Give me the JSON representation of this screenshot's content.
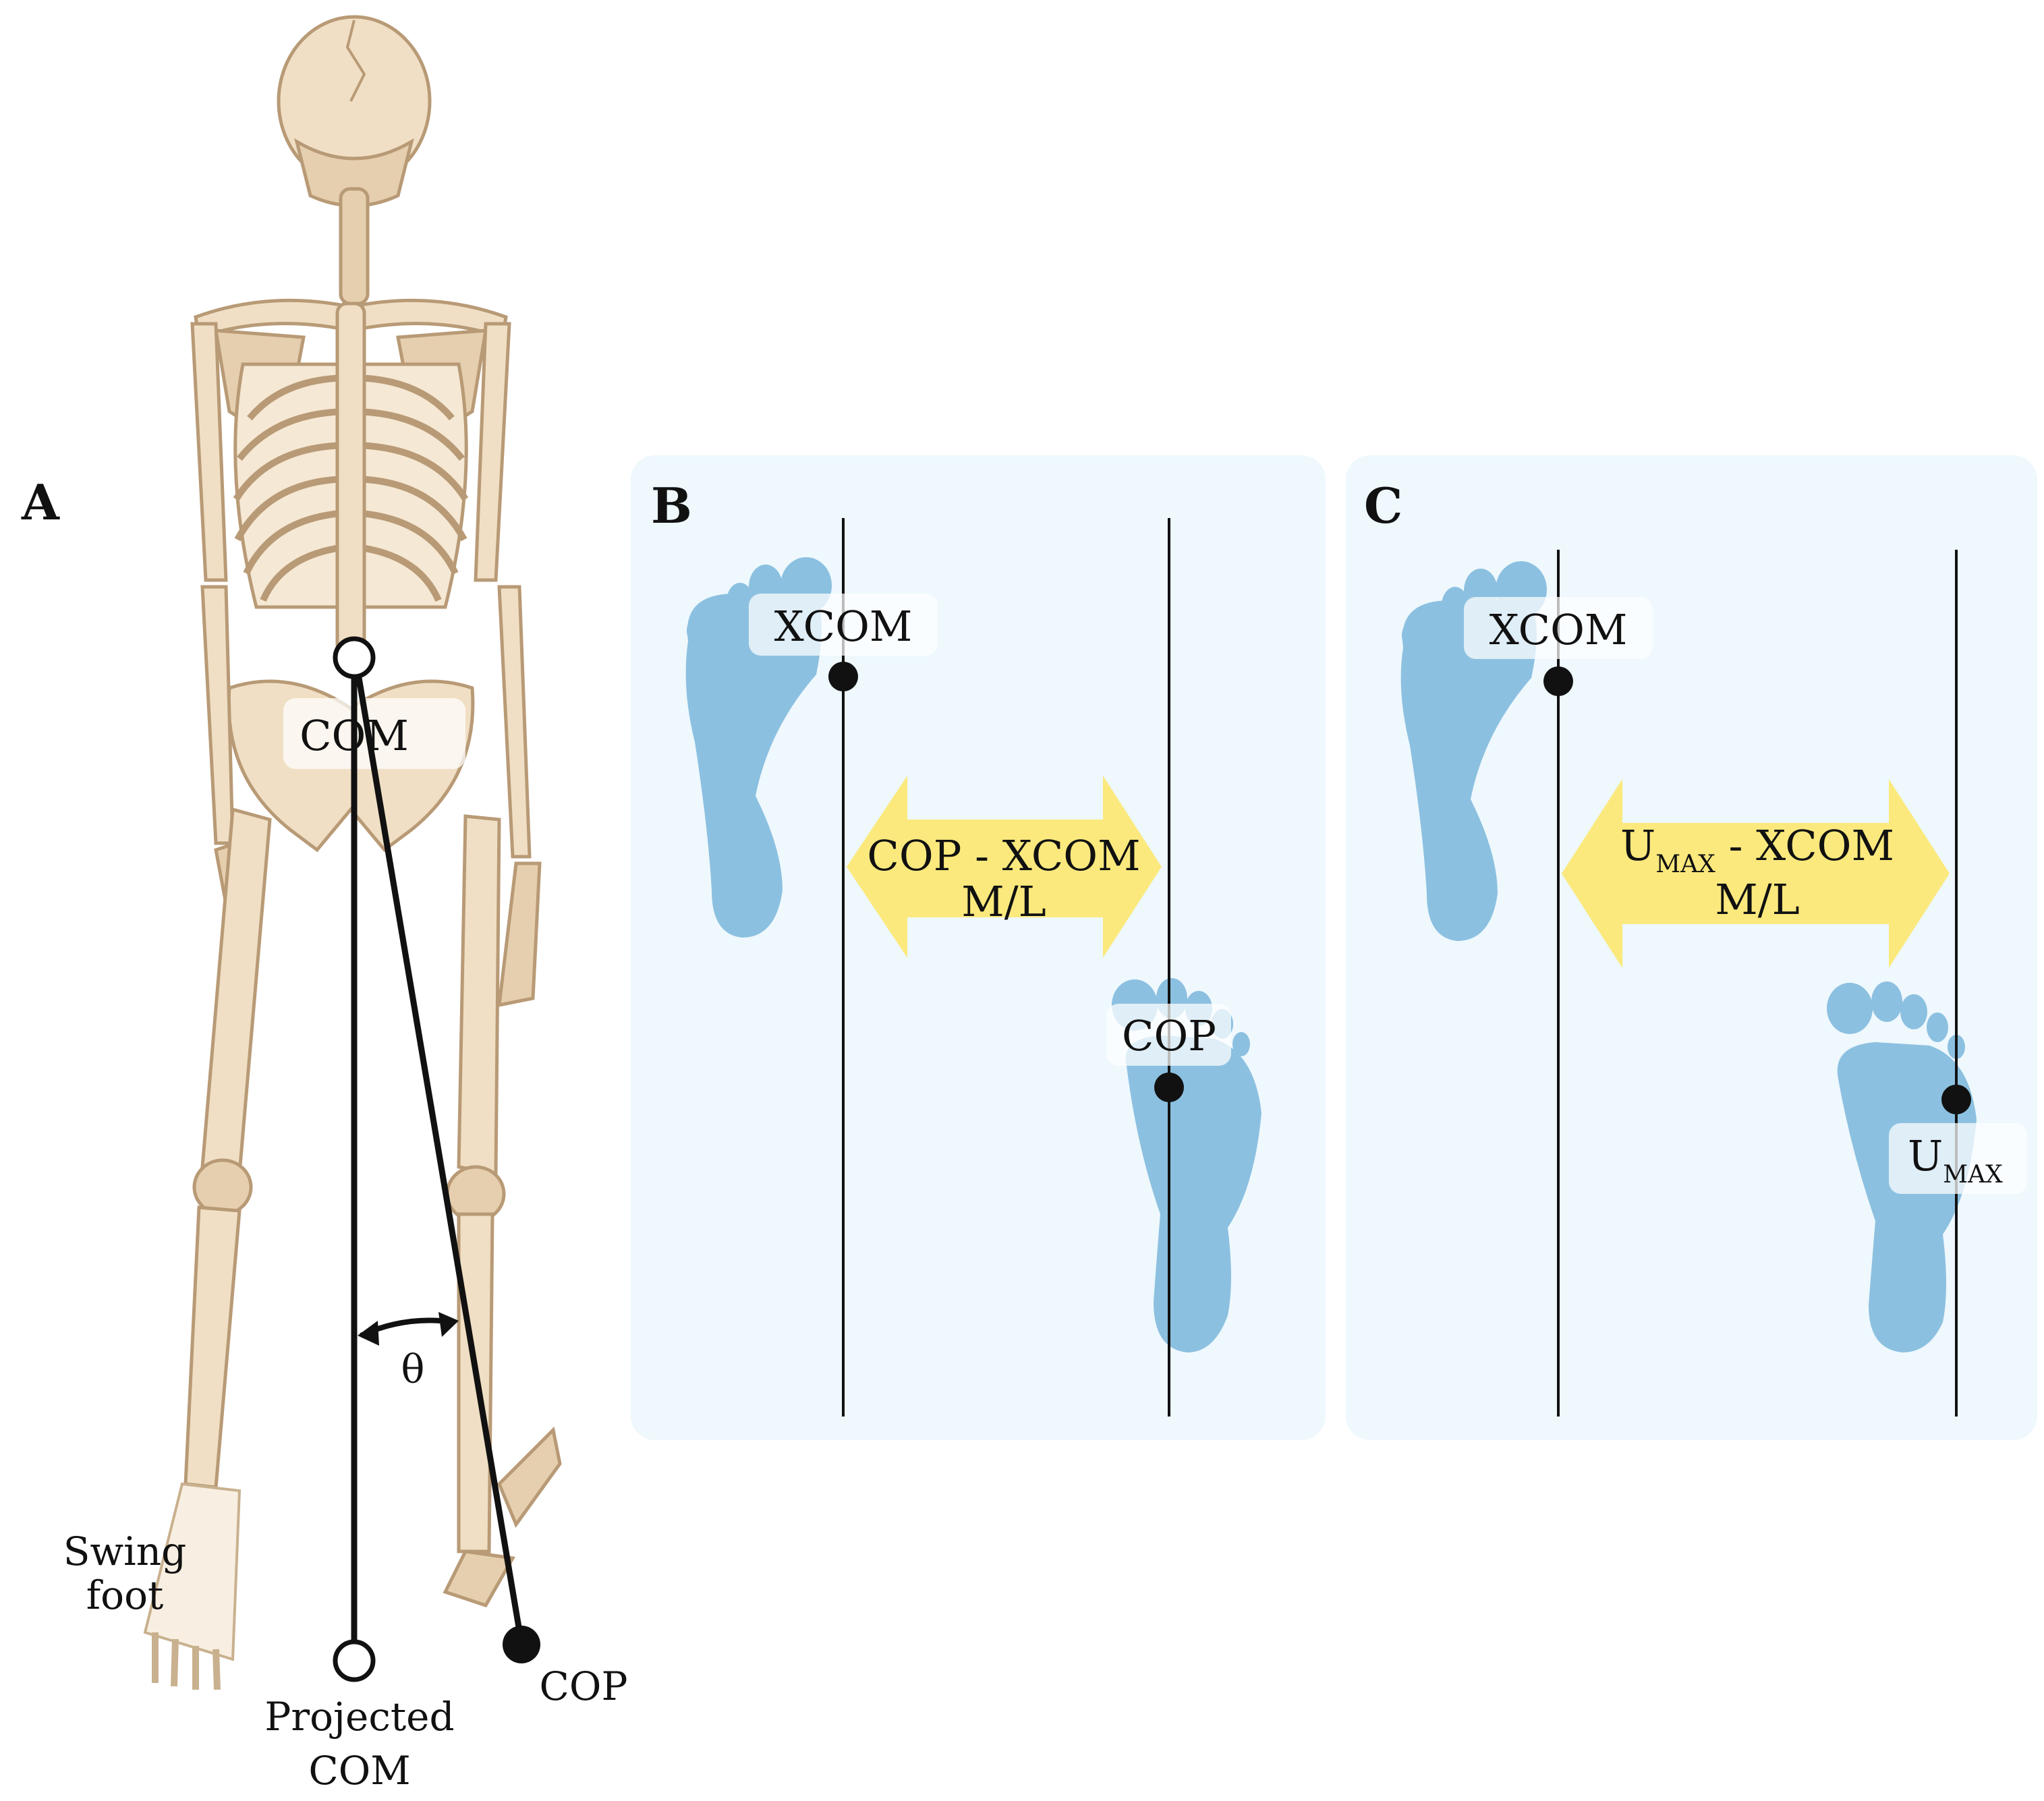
{
  "panels": {
    "a": {
      "letter": "A",
      "com_label": "COM",
      "projected_com_label_line1": "Projected",
      "projected_com_label_line2": "COM",
      "cop_label": "COP",
      "theta_label": "θ",
      "swing_foot_line1": "Swing",
      "swing_foot_line2": "foot"
    },
    "b": {
      "letter": "B",
      "xcom_label": "XCOM",
      "cop_label": "COP",
      "arrow_line1": "COP - XCOM",
      "arrow_line2": "M/L"
    },
    "c": {
      "letter": "C",
      "xcom_label": "XCOM",
      "umax_main": "U",
      "umax_sub": "MAX",
      "arrow_line1_main": "U",
      "arrow_line1_sub": "MAX",
      "arrow_line1_rest": " - XCOM",
      "arrow_line2": "M/L"
    }
  },
  "colors": {
    "panel_background": "#eef8fd",
    "foot": "#8cc0e0",
    "arrow": "#fbe97d",
    "bone": "#f0dfc4",
    "bone_outline": "#b89a76",
    "line": "#111111"
  }
}
